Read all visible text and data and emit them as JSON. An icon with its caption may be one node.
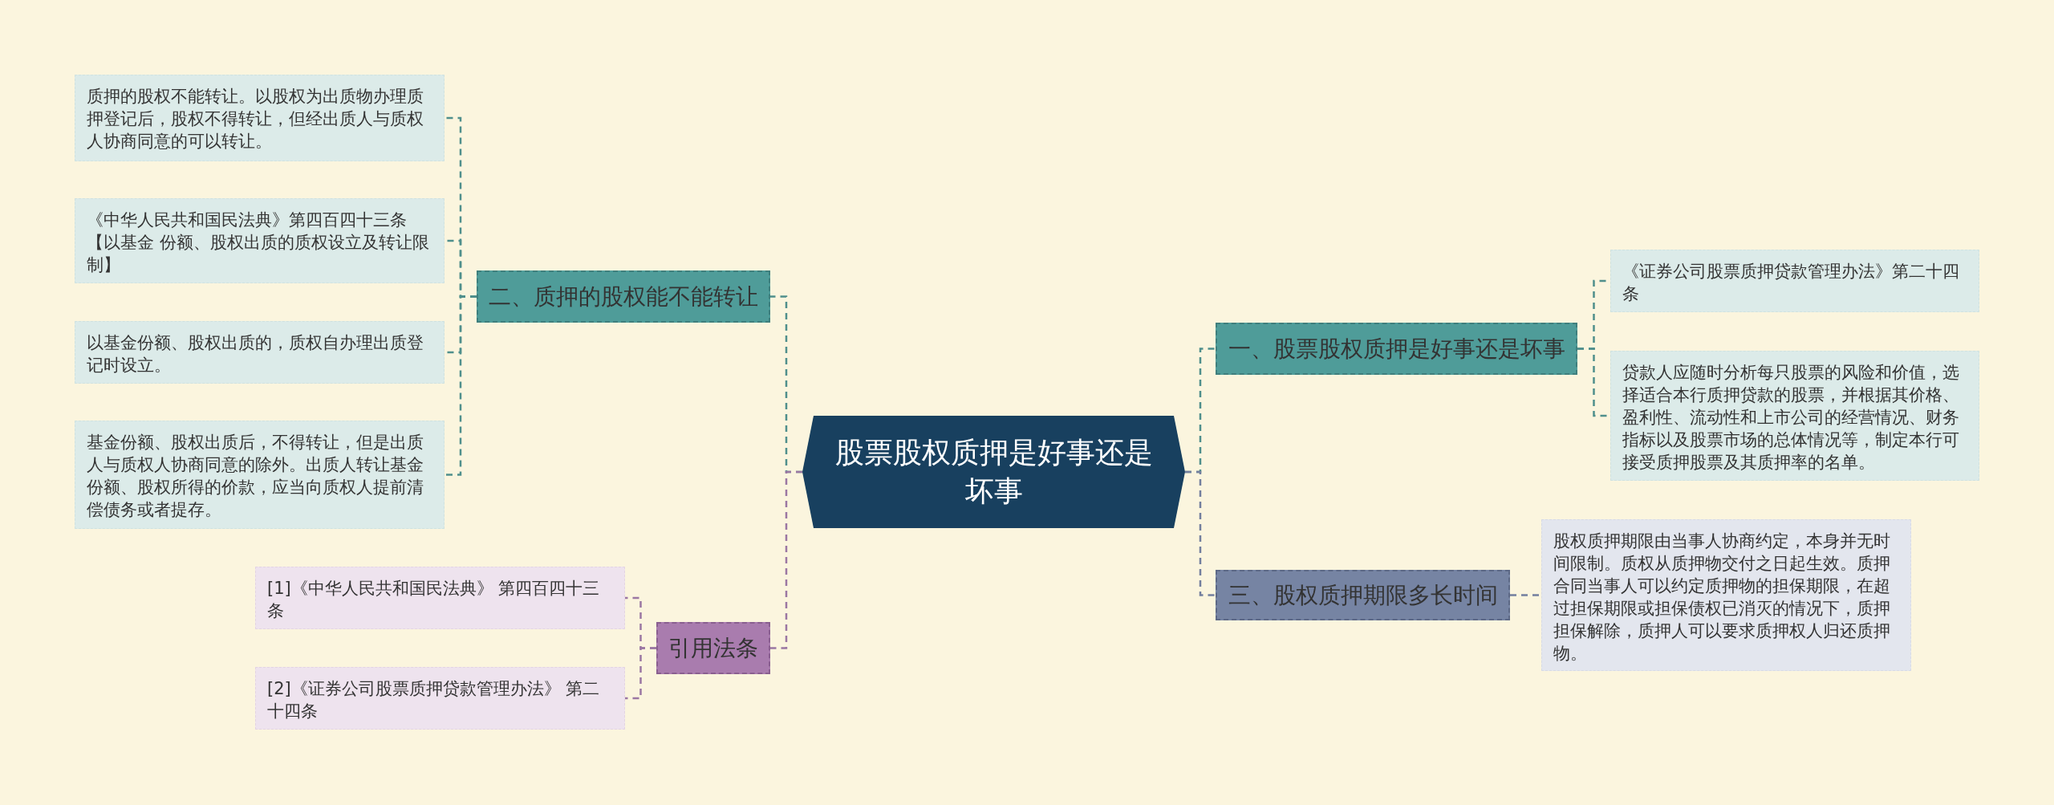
{
  "diagram": {
    "nodes": [
      {
        "text": [
          "股票股权质押是好事还是坏事"
        ]
      },
      {
        "text": [
          "二、质押的股权能不能转让"
        ]
      },
      {
        "text": [
          "质押的股权不能转让。以股权为出质物办理质押登记后，股权不得转让，但经出质人与质权人协商同意的可以转让。"
        ]
      },
      {
        "text": [
          "《中华人民共和国民法典》第四百四十三条【以基金 份额、股权出质的质权设立及转让限制】"
        ]
      },
      {
        "text": [
          "以基金份额、股权出质的，质权自办理出质登记时设立。"
        ]
      },
      {
        "text": [
          "基金份额、股权出质后，不得转让，但是出质人与质权人协商同意的除外。出质人转让基金份额、股权所得的价款，应当向质权人提前清偿债务或者提存。"
        ]
      },
      {
        "text": [
          "引用法条"
        ]
      },
      {
        "text": [
          "[1]《中华人民共和国民法典》 第四百四十三条"
        ]
      },
      {
        "text": [
          "[2]《证券公司股票质押贷款管理办法》 第二十四条"
        ]
      },
      {
        "text": [
          "一、股票股权质押是好事还是坏事"
        ]
      },
      {
        "text": [
          "《证券公司股票质押贷款管理办法》第二十四条"
        ]
      },
      {
        "text": [
          "贷款人应随时分析每只股票的风险和价值，选择适合本行质押贷款的股票，并根据其价格、盈利性、流动性和上市公司的经营情况、财务指标以及股票市场的总体情况等，制定本行可接受质押股票及其质押率的名单。"
        ]
      },
      {
        "text": [
          "三、股权质押期限多长时间"
        ]
      },
      {
        "text": [
          "股权质押期限由当事人协商约定，本身并无时间限制。质权从质押物交付之日起生效。质押合同当事人可以约定质押物的担保期限，在超过担保期限或担保债权已消灭的情况下，质押担保解除，质押人可以要求质押权人归还质押物。"
        ]
      }
    ],
    "edges": [
      {
        "from": 0,
        "to": 1,
        "arrow": "none",
        "style": "dashed"
      },
      {
        "from": 1,
        "to": 2,
        "arrow": "none",
        "style": "dashed"
      },
      {
        "from": 1,
        "to": 3,
        "arrow": "none",
        "style": "dashed"
      },
      {
        "from": 1,
        "to": 4,
        "arrow": "none",
        "style": "dashed"
      },
      {
        "from": 1,
        "to": 5,
        "arrow": "none",
        "style": "dashed"
      },
      {
        "from": 0,
        "to": 6,
        "arrow": "none",
        "style": "dashed",
        "color": "#9b77a3"
      },
      {
        "from": 6,
        "to": 7,
        "arrow": "none",
        "style": "dashed",
        "color": "#9b77a3"
      },
      {
        "from": 6,
        "to": 8,
        "arrow": "none",
        "style": "dashed",
        "color": "#9b77a3"
      },
      {
        "from": 0,
        "to": 9,
        "arrow": "none",
        "style": "dashed"
      },
      {
        "from": 9,
        "to": 10,
        "arrow": "none",
        "style": "dashed"
      },
      {
        "from": 9,
        "to": 11,
        "arrow": "none",
        "style": "dashed"
      },
      {
        "from": 0,
        "to": 12,
        "arrow": "none",
        "style": "dashed",
        "color": "#737f9e"
      },
      {
        "from": 12,
        "to": 13,
        "arrow": "none",
        "style": "dashed",
        "color": "#737f9e"
      }
    ]
  }
}
